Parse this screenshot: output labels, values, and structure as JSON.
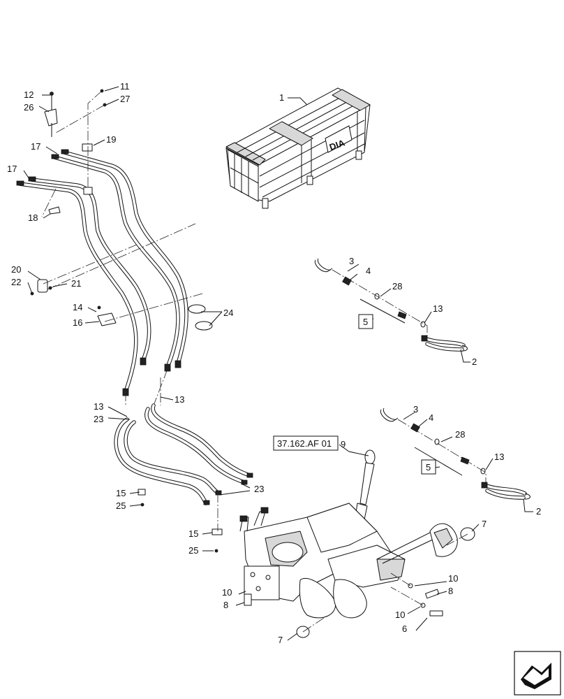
{
  "callouts": [
    {
      "id": "c-1",
      "text": "1"
    },
    {
      "id": "c-2a",
      "text": "2"
    },
    {
      "id": "c-2b",
      "text": "2"
    },
    {
      "id": "c-3a",
      "text": "3"
    },
    {
      "id": "c-3b",
      "text": "3"
    },
    {
      "id": "c-4a",
      "text": "4"
    },
    {
      "id": "c-4b",
      "text": "4"
    },
    {
      "id": "c-5a",
      "text": "5"
    },
    {
      "id": "c-5b",
      "text": "5"
    },
    {
      "id": "c-6",
      "text": "6"
    },
    {
      "id": "c-7a",
      "text": "7"
    },
    {
      "id": "c-7b",
      "text": "7"
    },
    {
      "id": "c-8a",
      "text": "8"
    },
    {
      "id": "c-8b",
      "text": "8"
    },
    {
      "id": "c-9",
      "text": "9"
    },
    {
      "id": "c-10a",
      "text": "10"
    },
    {
      "id": "c-10b",
      "text": "10"
    },
    {
      "id": "c-10c",
      "text": "10"
    },
    {
      "id": "c-11",
      "text": "11"
    },
    {
      "id": "c-12",
      "text": "12"
    },
    {
      "id": "c-13a",
      "text": "13"
    },
    {
      "id": "c-13b",
      "text": "13"
    },
    {
      "id": "c-13c",
      "text": "13"
    },
    {
      "id": "c-13d",
      "text": "13"
    },
    {
      "id": "c-14",
      "text": "14"
    },
    {
      "id": "c-15a",
      "text": "15"
    },
    {
      "id": "c-15b",
      "text": "15"
    },
    {
      "id": "c-16",
      "text": "16"
    },
    {
      "id": "c-17a",
      "text": "17"
    },
    {
      "id": "c-17b",
      "text": "17"
    },
    {
      "id": "c-18",
      "text": "18"
    },
    {
      "id": "c-19",
      "text": "19"
    },
    {
      "id": "c-20",
      "text": "20"
    },
    {
      "id": "c-21",
      "text": "21"
    },
    {
      "id": "c-22",
      "text": "22"
    },
    {
      "id": "c-23a",
      "text": "23"
    },
    {
      "id": "c-23b",
      "text": "23"
    },
    {
      "id": "c-24",
      "text": "24"
    },
    {
      "id": "c-25a",
      "text": "25"
    },
    {
      "id": "c-25b",
      "text": "25"
    },
    {
      "id": "c-26",
      "text": "26"
    },
    {
      "id": "c-27",
      "text": "27"
    },
    {
      "id": "c-28a",
      "text": "28"
    },
    {
      "id": "c-28b",
      "text": "28"
    }
  ],
  "reference_label": "37.162.AF 01",
  "crate_logo": "DIA",
  "icons": {
    "nav": "next-page-arrow-icon"
  }
}
